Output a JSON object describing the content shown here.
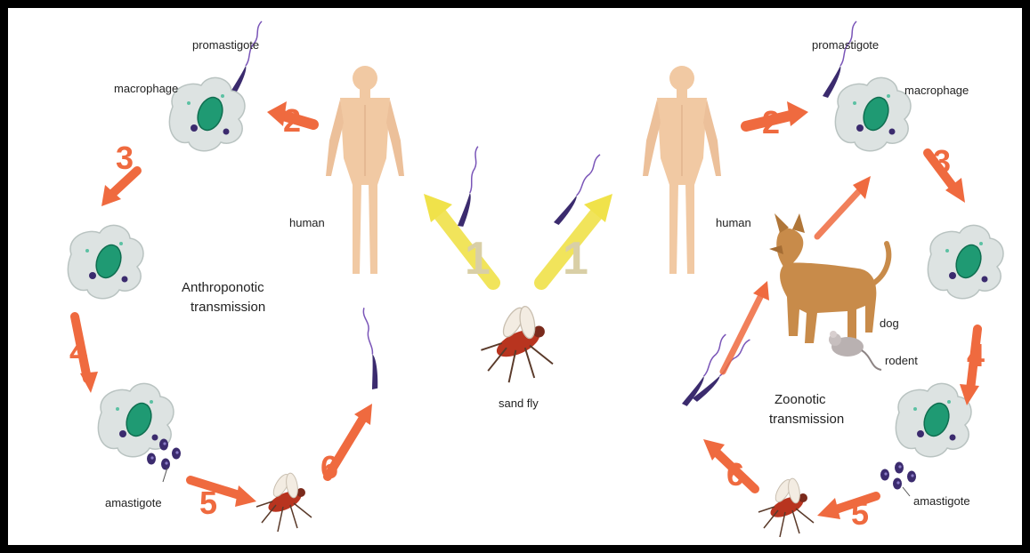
{
  "colors": {
    "arrow_orange": "#ef6a3f",
    "arrow_yellow": "#f0e24a",
    "skin": "#f1c9a3",
    "macrophage": "#dde3e2",
    "nucleus": "#1f9a73",
    "parasite": "#3b2b6e",
    "dog": "#c88b4a",
    "rodent": "#b9b1b1",
    "fly_body": "#b8341f",
    "background": "#ffffff",
    "border": "#000000"
  },
  "labels": {
    "left_promastigote": "promastigote",
    "left_macrophage": "macrophage",
    "left_human": "human",
    "left_amastigote": "amastigote",
    "anthro_line1": "Anthroponotic",
    "anthro_line2": "transmission",
    "center_sandfly": "sand fly",
    "right_promastigote": "promastigote",
    "right_macrophage": "macrophage",
    "right_human": "human",
    "dog": "dog",
    "rodent": "rodent",
    "zoo_line1": "Zoonotic",
    "zoo_line2": "transmission",
    "right_amastigote": "amastigote"
  },
  "steps": {
    "left": [
      "2",
      "3",
      "4",
      "5",
      "6"
    ],
    "center": [
      "1",
      "1"
    ],
    "right": [
      "2",
      "3",
      "4",
      "5",
      "6"
    ]
  },
  "icons": [
    "human-figure-icon",
    "macrophage-icon",
    "promastigote-icon",
    "amastigote-icon",
    "sandfly-icon",
    "dog-icon",
    "rodent-icon"
  ]
}
